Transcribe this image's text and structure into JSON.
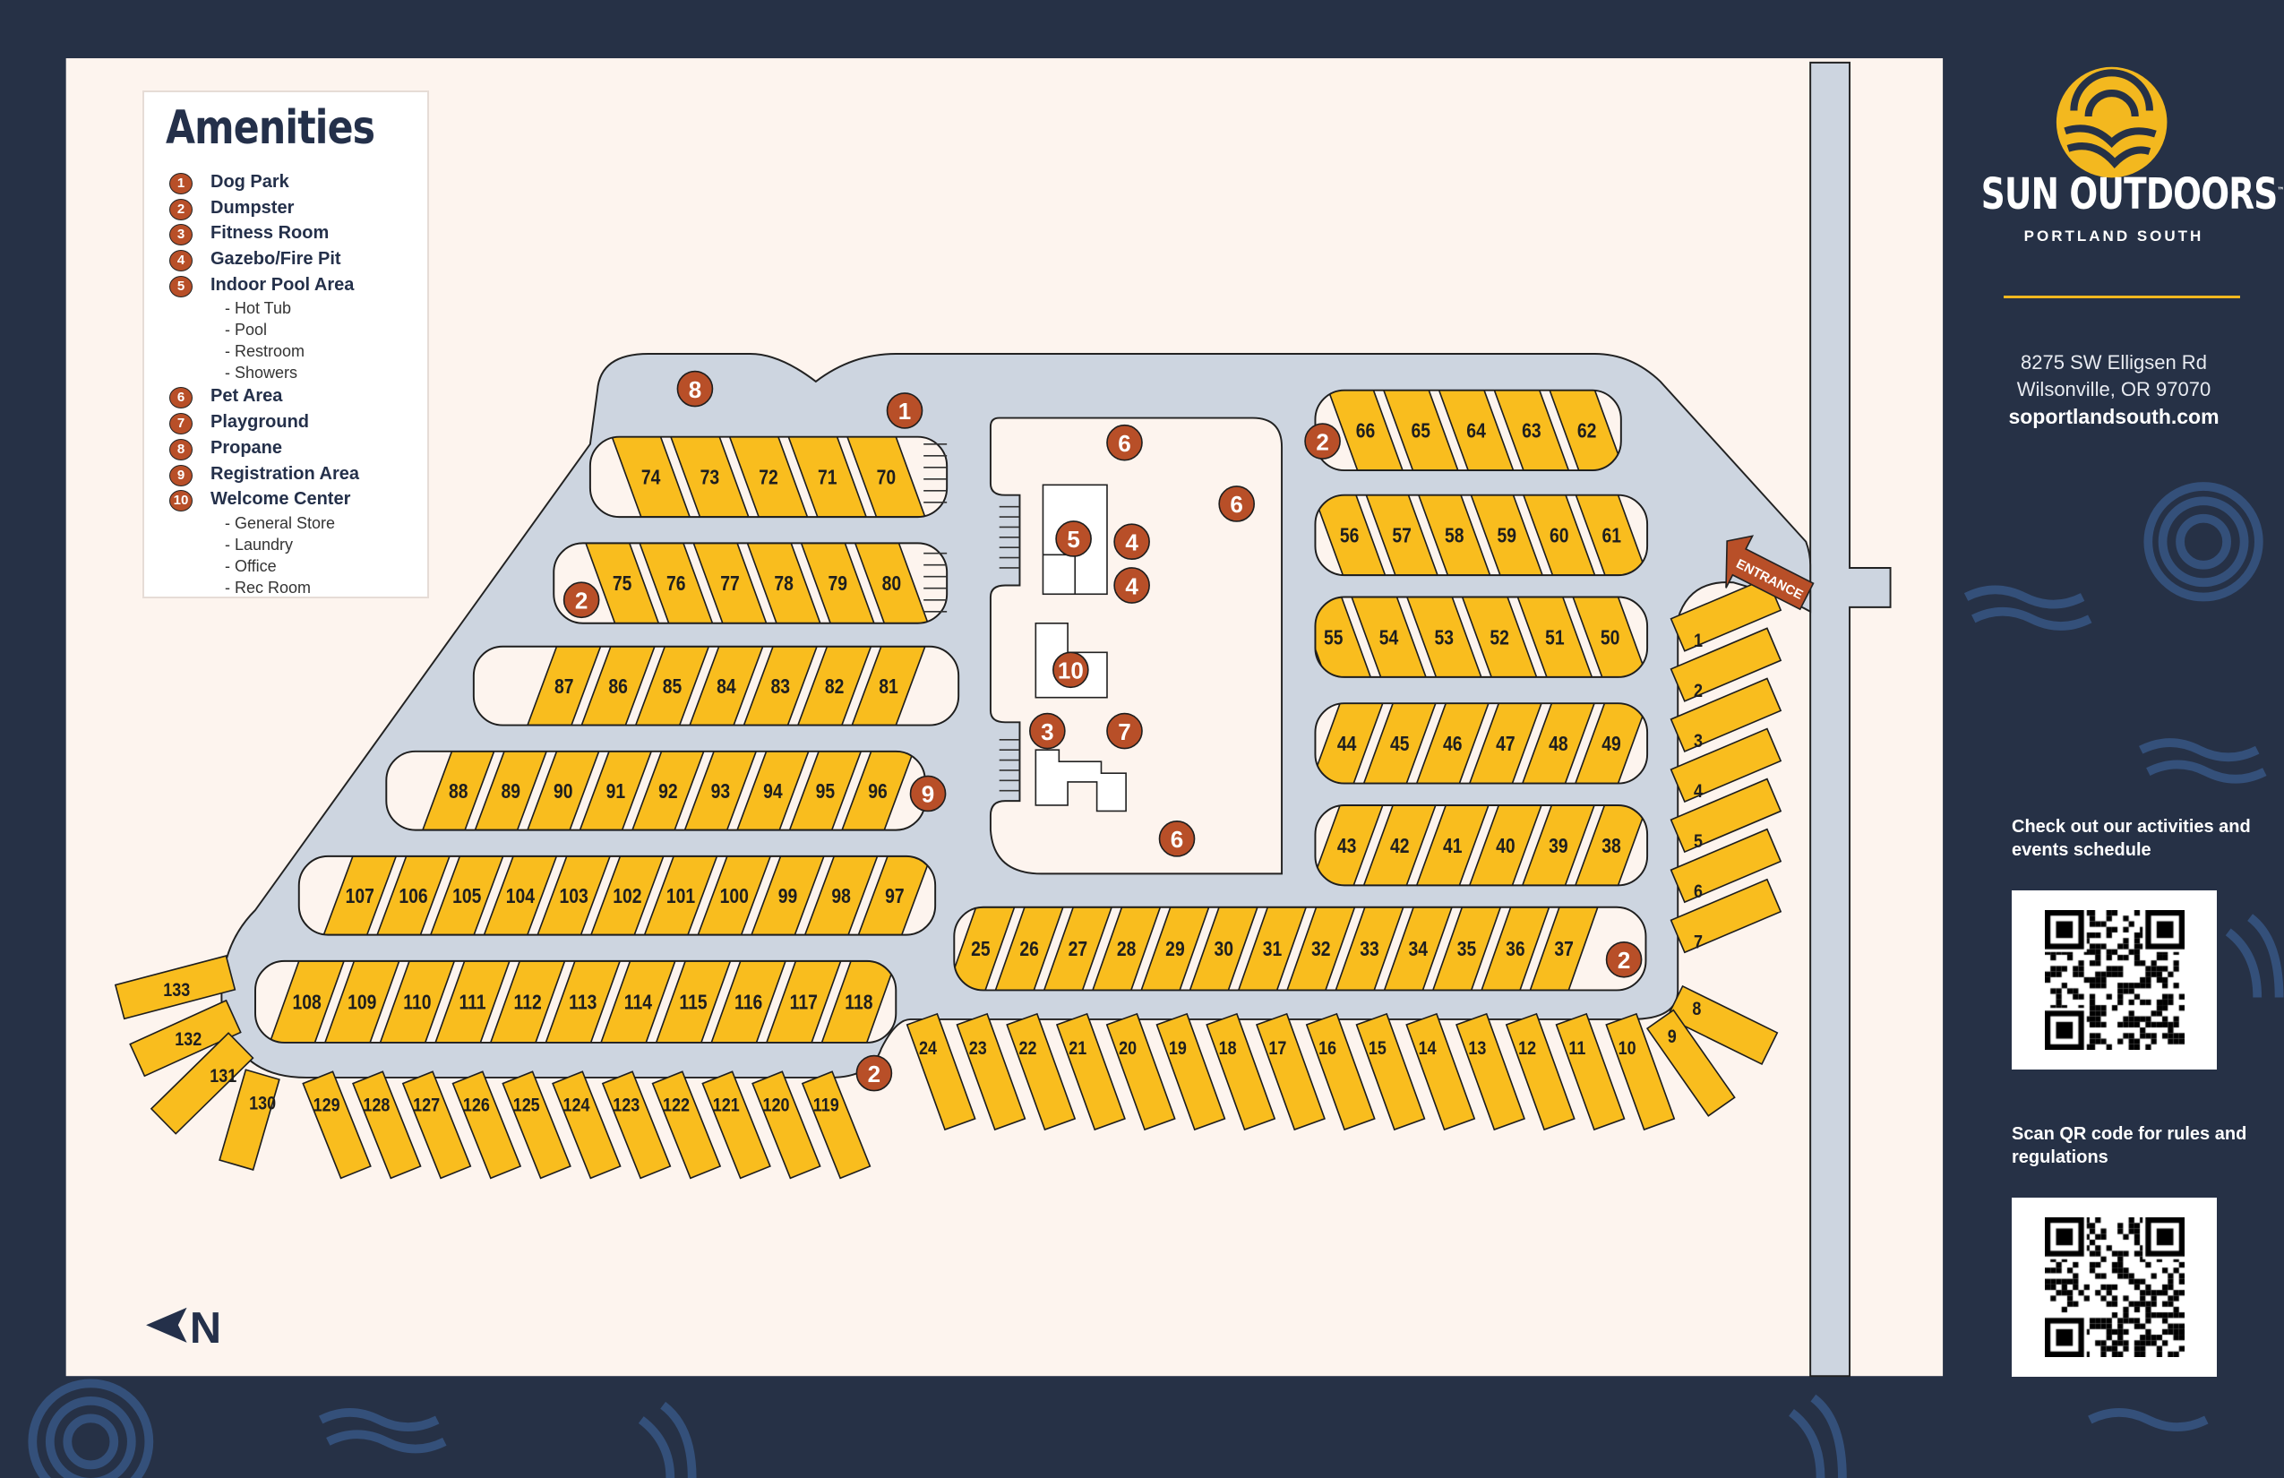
{
  "legend": {
    "title": "Amenities",
    "items": [
      {
        "num": "1",
        "label": "Dog Park",
        "sub": []
      },
      {
        "num": "2",
        "label": "Dumpster",
        "sub": []
      },
      {
        "num": "3",
        "label": "Fitness Room",
        "sub": []
      },
      {
        "num": "4",
        "label": "Gazebo/Fire Pit",
        "sub": []
      },
      {
        "num": "5",
        "label": "Indoor Pool Area",
        "sub": [
          "- Hot Tub",
          "- Pool",
          "- Restroom",
          "- Showers"
        ]
      },
      {
        "num": "6",
        "label": "Pet Area",
        "sub": []
      },
      {
        "num": "7",
        "label": "Playground",
        "sub": []
      },
      {
        "num": "8",
        "label": "Propane",
        "sub": []
      },
      {
        "num": "9",
        "label": "Registration Area",
        "sub": []
      },
      {
        "num": "10",
        "label": "Welcome Center",
        "sub": [
          "- General Store",
          "- Laundry",
          "- Office",
          "- Rec Room"
        ]
      }
    ]
  },
  "brand": {
    "name": "SUN OUTDOORS",
    "tm": "™",
    "location": "PORTLAND SOUTH",
    "address_line1": "8275 SW Elligsen Rd",
    "address_line2": "Wilsonville, OR 97070",
    "website": "soportlandsouth.com"
  },
  "qr": {
    "activities_text": "Check out our activities and events schedule",
    "rules_text": "Scan QR code for rules and regulations"
  },
  "map": {
    "entrance_label": "ENTRANCE",
    "north_label": "N",
    "colors": {
      "site": "#f9bd1e",
      "road": "#cdd5e0",
      "marker": "#b84f28",
      "ground": "#fdf4ee",
      "navy": "#263146"
    },
    "rows": [
      [
        "74",
        "73",
        "72",
        "71",
        "70"
      ],
      [
        "75",
        "76",
        "77",
        "78",
        "79",
        "80"
      ],
      [
        "87",
        "86",
        "85",
        "84",
        "83",
        "82",
        "81"
      ],
      [
        "88",
        "89",
        "90",
        "91",
        "92",
        "93",
        "94",
        "95",
        "96"
      ],
      [
        "107",
        "106",
        "105",
        "104",
        "103",
        "102",
        "101",
        "100",
        "99",
        "98",
        "97"
      ],
      [
        "108",
        "109",
        "110",
        "111",
        "112",
        "113",
        "114",
        "115",
        "116",
        "117",
        "118"
      ],
      [
        "66",
        "65",
        "64",
        "63",
        "62"
      ],
      [
        "56",
        "57",
        "58",
        "59",
        "60",
        "61"
      ],
      [
        "55",
        "54",
        "53",
        "52",
        "51",
        "50"
      ],
      [
        "44",
        "45",
        "46",
        "47",
        "48",
        "49"
      ],
      [
        "43",
        "42",
        "41",
        "40",
        "39",
        "38"
      ],
      [
        "25",
        "26",
        "27",
        "28",
        "29",
        "30",
        "31",
        "32",
        "33",
        "34",
        "35",
        "36",
        "37"
      ]
    ],
    "spikes": {
      "bottom_right": [
        "24",
        "23",
        "22",
        "21",
        "20",
        "19",
        "18",
        "17",
        "16",
        "15",
        "14",
        "13",
        "12",
        "11",
        "10"
      ],
      "bottom_left": [
        "129",
        "128",
        "127",
        "126",
        "125",
        "124",
        "123",
        "122",
        "121",
        "120",
        "119"
      ],
      "east": [
        "1",
        "2",
        "3",
        "4",
        "5",
        "6",
        "7"
      ],
      "southeast": [
        "8",
        "9"
      ],
      "west": [
        "133",
        "132",
        "131",
        "130"
      ]
    },
    "markers": [
      "8",
      "1",
      "2",
      "9",
      "2",
      "6",
      "6",
      "5",
      "4",
      "4",
      "10",
      "3",
      "7",
      "6",
      "2",
      "2"
    ]
  }
}
